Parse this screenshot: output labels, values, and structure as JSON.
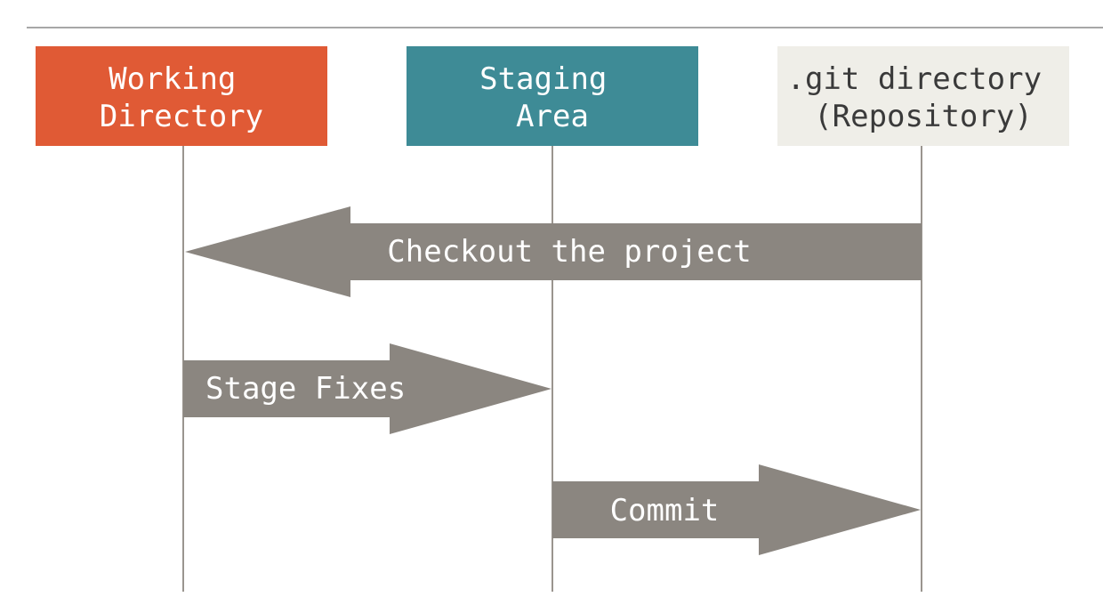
{
  "diagram": {
    "columns": [
      {
        "id": "working",
        "lines": [
          "Working",
          "Directory"
        ],
        "fill": "#e05a35",
        "text_color": "#ffffff"
      },
      {
        "id": "staging",
        "lines": [
          "Staging",
          "Area"
        ],
        "fill": "#3e8b96",
        "text_color": "#ffffff"
      },
      {
        "id": "repo",
        "lines": [
          ".git directory",
          "(Repository)"
        ],
        "fill": "#efeee8",
        "text_color": "#3a3a3a"
      }
    ],
    "arrows": [
      {
        "label": "Checkout the project",
        "from": "repo",
        "to": "working"
      },
      {
        "label": "Stage Fixes",
        "from": "working",
        "to": "staging"
      },
      {
        "label": "Commit",
        "from": "staging",
        "to": "repo"
      }
    ],
    "colors": {
      "arrow": "#8b8680",
      "lifeline": "#9a958f",
      "rule": "#8a8a8a",
      "arrow_text": "#ffffff"
    }
  }
}
